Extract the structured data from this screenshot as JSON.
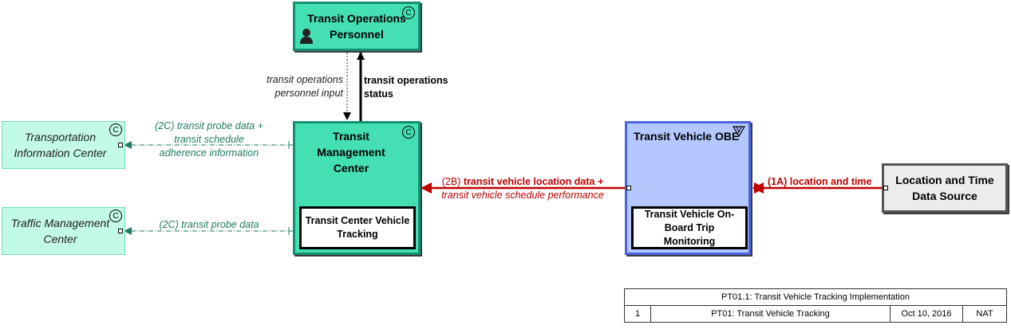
{
  "nodes": {
    "tops": {
      "title": "Transit Operations Personnel",
      "badge": "C",
      "icon": "person-icon"
    },
    "tmc": {
      "title": "Transit Management Center",
      "badge": "C",
      "inner": "Transit Center Vehicle Tracking"
    },
    "tic": {
      "title": "Transportation Information Center",
      "badge": "C"
    },
    "traffic": {
      "title": "Traffic Management Center",
      "badge": "C"
    },
    "obe": {
      "title": "Transit Vehicle OBE",
      "badge_icon": "funnel-icon",
      "inner": "Transit Vehicle On-Board Trip Monitoring"
    },
    "ltds": {
      "title": "Location and Time Data Source"
    }
  },
  "flows": {
    "personnel_input": {
      "line1": "transit operations",
      "line2": "personnel input"
    },
    "ops_status": {
      "line1": "transit operations",
      "line2": "status"
    },
    "tic_flow": {
      "line1": "(2C) transit probe data +",
      "line2": "transit schedule",
      "line3": "adherence information"
    },
    "traffic_flow": {
      "text": "(2C) transit probe data"
    },
    "obe_flow": {
      "prefix": "(2B) ",
      "bold": "transit vehicle location data +",
      "line2": "transit vehicle schedule performance"
    },
    "loc_flow": {
      "text": "(1A) location and time"
    }
  },
  "colors": {
    "red_flow": "#c00000",
    "teal_flow": "#1f7a66",
    "green_fill": "#44e0b4",
    "blue_fill": "#b4c8ff"
  },
  "title_block": {
    "title": "PT01.1: Transit Vehicle Tracking Implementation",
    "number": "1",
    "name": "PT01: Transit Vehicle Tracking",
    "date": "Oct 10, 2016",
    "org": "NAT"
  }
}
